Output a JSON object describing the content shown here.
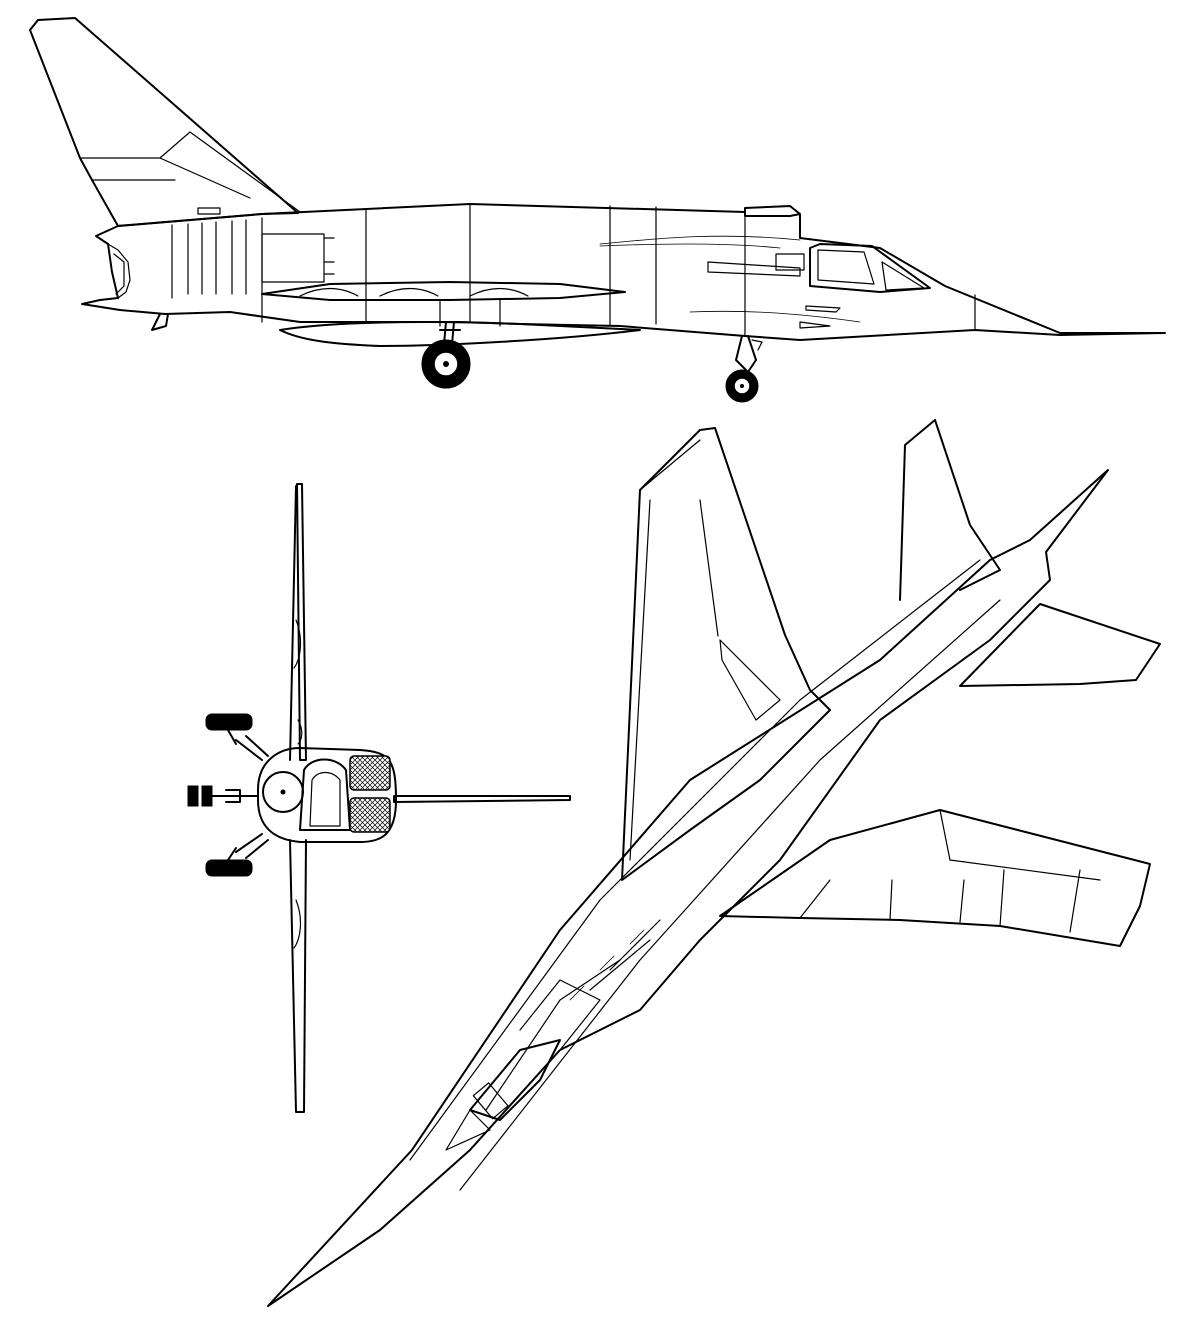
{
  "figure": {
    "views": [
      "side-view",
      "front-view",
      "plan-view"
    ],
    "colors": {
      "line": "#000000",
      "background": "#ffffff"
    }
  }
}
